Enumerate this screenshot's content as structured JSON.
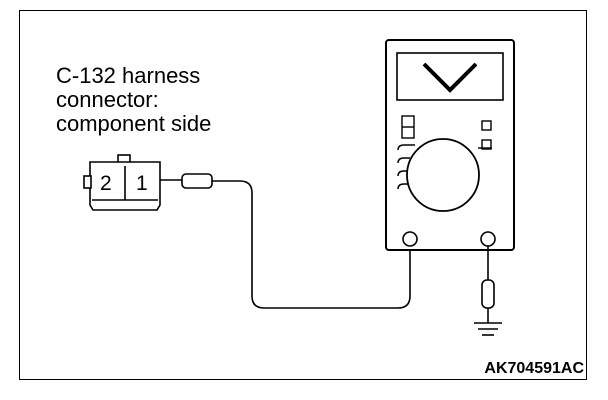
{
  "caption": {
    "line1": "C-132 harness",
    "line2": "connector:",
    "line3": "component side"
  },
  "connector": {
    "pins": [
      "2",
      "1"
    ]
  },
  "meter": {
    "display_symbol": "V"
  },
  "figure_id": "AK704591AC"
}
